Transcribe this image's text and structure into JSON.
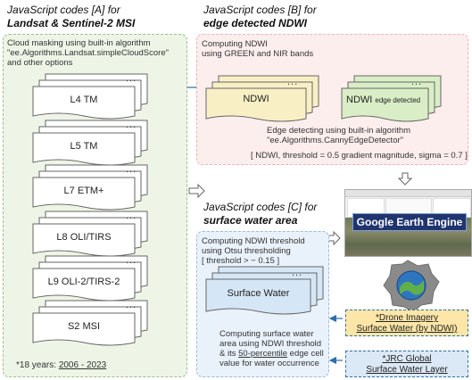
{
  "headings": {
    "a_line1": "JavaScript codes [A] for",
    "a_line2": "Landsat & Sentinel-2 MSI",
    "b_line1": "JavaScript codes [B] for",
    "b_line2": "edge detected NDWI",
    "c_line1": "JavaScript codes [C] for",
    "c_line2": "surface water area"
  },
  "panel_a": {
    "desc_line1": "Cloud masking using built-in algorithm",
    "desc_line2": "\"ee.Algorithms.Landsat.simpleCloudScore\"",
    "desc_line3": "and other options",
    "sensors": [
      "L4 TM",
      "L5 TM",
      "L7 ETM+",
      "L8 OLI/TIRS",
      "L9 OLI-2/TIRS-2",
      "S2 MSI"
    ],
    "more": "...",
    "footnote_prefix": "*18 years: ",
    "footnote_years": "2006 - 2023"
  },
  "panel_b": {
    "desc_line1": "Computing NDWI",
    "desc_line2": "using GREEN and NIR bands",
    "ndwi_label": "NDWI",
    "ndwi_edge_label": "NDWI",
    "ndwi_edge_sub": "edge detected",
    "edge_line1": "Edge detecting using built-in algorithm",
    "edge_line2": "\"ee.Algorithms.CannyEdgeDetector\"",
    "params": "[ NDWI, threshold = 0.5 gradient magnitude, sigma = 0.7 ]"
  },
  "panel_c": {
    "otsu_line1": "Computing NDWI threshold",
    "otsu_line2": "using Otsu thresholding",
    "otsu_line3": "[ threshold > − 0.15 ]",
    "surface_label": "Surface Water",
    "area_line1": "Computing surface water",
    "area_line2": "area using NDWI threshold",
    "area_line3_prefix": "& its ",
    "area_line3_underlined": "50-percentile",
    "area_line3_suffix": " edge cell",
    "area_line4": "value for water occurrence"
  },
  "gee": {
    "banner": "Google Earth Engine"
  },
  "validation": {
    "drone_line1": "*Drone Imagery",
    "drone_line2": "Surface Water (by NDWI)",
    "jrc_line1": "*JRC Global",
    "jrc_line2": "Surface Water Layer"
  },
  "colors": {
    "panel_a_fill": "#eef5e6",
    "panel_b_fill": "#fdeeee",
    "panel_c_fill": "#e9f2fb",
    "ndwi_fill": "#f8f0c4",
    "ndwi_edge_fill": "#d9eec6",
    "surface_fill": "#d5e6f6",
    "drone_fill": "#fde6a8",
    "jrc_fill": "#dbe8f5",
    "arrow": "#2f6fa8"
  }
}
